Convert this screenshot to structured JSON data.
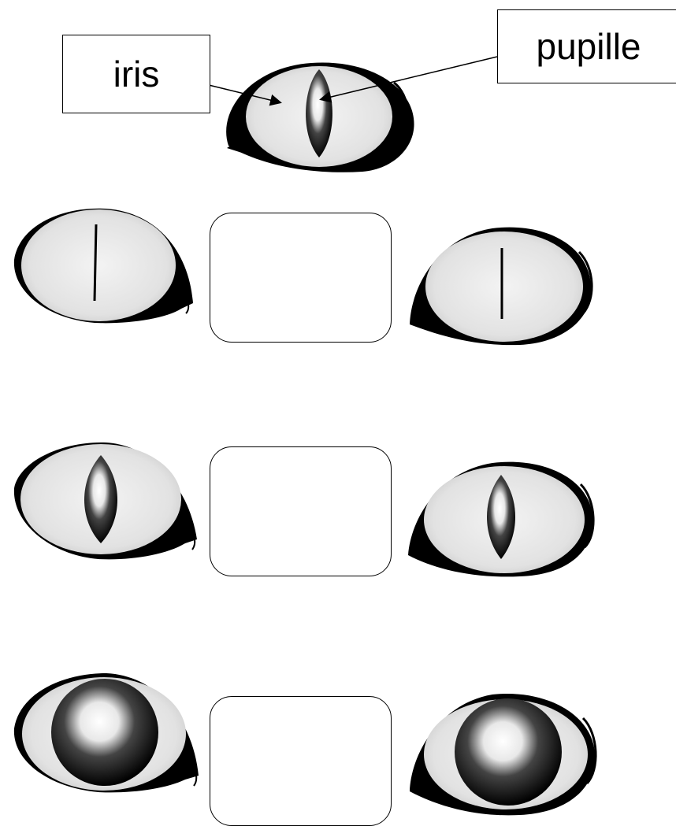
{
  "labels": {
    "iris": "iris",
    "pupille": "pupille"
  },
  "colors": {
    "ink": "#000000",
    "iris_fill": "#e9e9e9",
    "background": "#ffffff"
  },
  "rows": [
    {
      "pupil": "slit",
      "answer": ""
    },
    {
      "pupil": "medium",
      "answer": ""
    },
    {
      "pupil": "round",
      "answer": ""
    }
  ]
}
